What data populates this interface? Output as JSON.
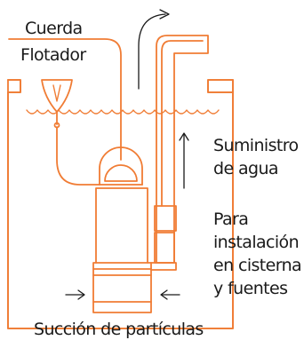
{
  "colors": {
    "accent": "#f07c34",
    "text": "#1a1a1a"
  },
  "labels": {
    "cuerda": "Cuerda",
    "flotador": "Flotador",
    "suministro_line1": "Suministro",
    "suministro_line2": "de agua",
    "para_line1": "Para",
    "para_line2": "instalación",
    "para_line3": "en cisterna",
    "para_line4": "y fuentes",
    "succion": "Succión de partículas"
  },
  "icons": {
    "water_surface": "wave-line",
    "float_switch": "float-icon",
    "flow_up": "arrow-up-icon",
    "outflow": "curved-arrow-icon",
    "suction_left": "arrow-right-icon",
    "suction_right": "arrow-left-icon"
  }
}
